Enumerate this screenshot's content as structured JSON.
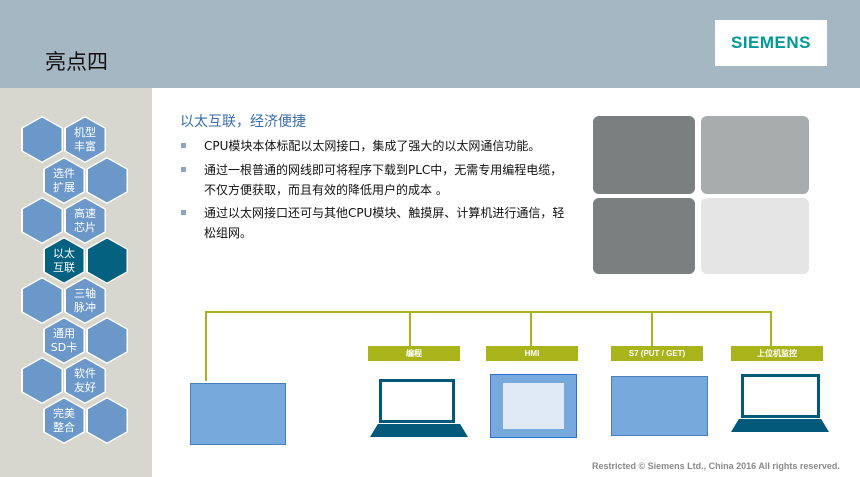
{
  "header": {
    "title": "亮点四",
    "logo": "SIEMENS"
  },
  "sidebar": {
    "hexes": [
      "机型\n丰富",
      "选件\n扩展",
      "高速\n芯片",
      "以太\n互联",
      "三轴\n脉冲",
      "通用\nSD卡",
      "软件\n友好",
      "完美\n整合"
    ],
    "active": 3
  },
  "main": {
    "heading": "以太互联，经济便捷",
    "bullets": [
      "CPU模块本体标配以太网接口，集成了强大的以太网通信功能。",
      "通过一根普通的网线即可将程序下载到PLC中，无需专用编程电缆，不仅方便获取，而且有效的降低用户的成本 。",
      "通过以太网接口还可与其他CPU模块、触摸屏、计算机进行通信，轻松组网。"
    ]
  },
  "network": {
    "labels": [
      "编程",
      "HMI",
      "S7 (PUT / GET)",
      "上位机监控"
    ]
  },
  "colors": {
    "accent": "#a9b31a",
    "hex": "#6b98c9",
    "hex_active": "#04617f"
  },
  "footer": "Restricted ©  Siemens Ltd., China 2016 All rights reserved."
}
